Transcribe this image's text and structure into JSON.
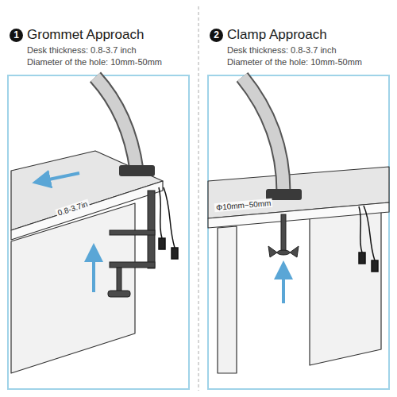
{
  "diagram": {
    "labels": [
      "1",
      "Grommet Approach",
      "Desk thickness: 0.8-3.7 inch",
      "Diameter of the hole: 10mm-50mm",
      "0.8-3.7in",
      "2",
      "Clamp Approach",
      "Desk thickness: 0.8-3.7 inch",
      "Diameter of the hole: 10mm-50mm",
      "Φ10mm~50mm"
    ]
  }
}
